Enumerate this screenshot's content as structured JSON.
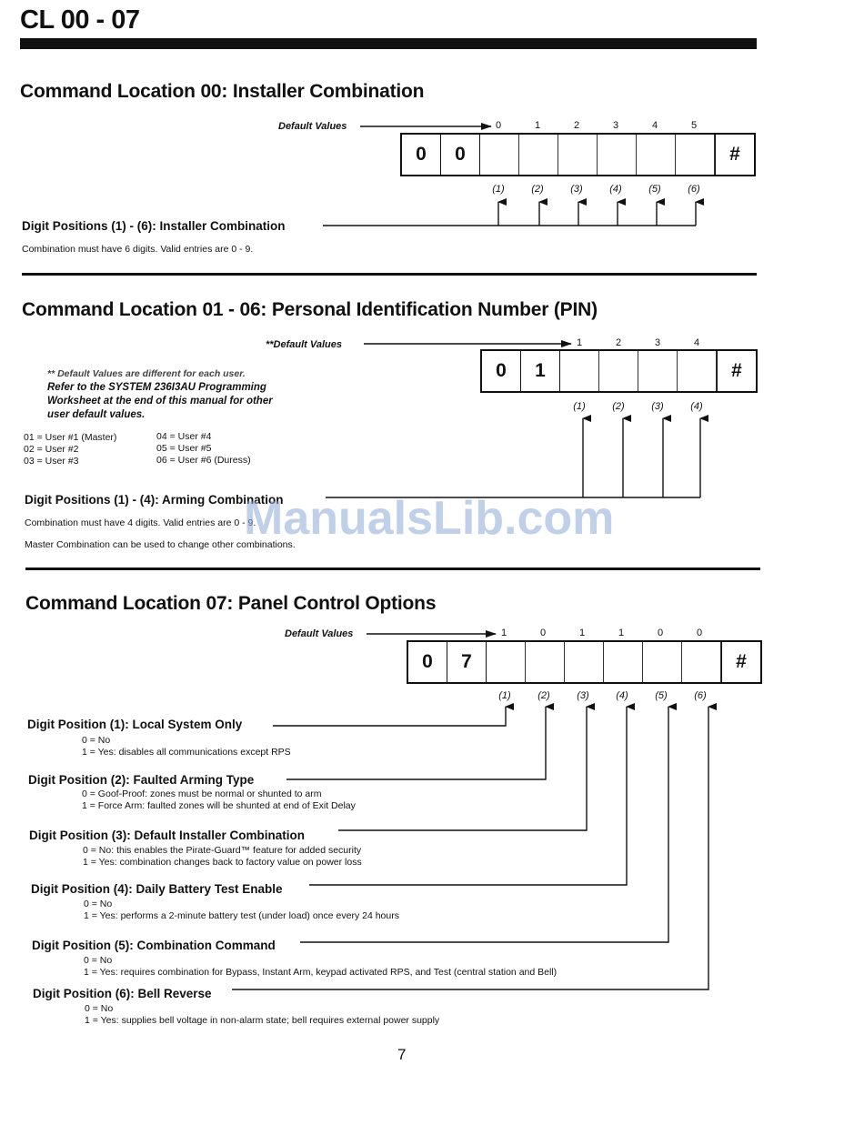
{
  "page_title": "CL 00 - 07",
  "page_number": "7",
  "watermark": "ManualsLib.com",
  "cl00": {
    "heading": "Command Location 00:  Installer Combination",
    "defaults_label": "Default Values",
    "defaults": [
      "0",
      "1",
      "2",
      "3",
      "4",
      "5"
    ],
    "prefix": [
      "0",
      "0"
    ],
    "hash": "#",
    "positions": [
      "(1)",
      "(2)",
      "(3)",
      "(4)",
      "(5)",
      "(6)"
    ],
    "digit_label": "Digit Positions (1) - (6):  Installer Combination",
    "note": "Combination must have 6 digits.  Valid entries are 0 - 9."
  },
  "cl01": {
    "heading": "Command Location 01 - 06:  Personal Identification Number (PIN)",
    "defaults_label": "**Default Values",
    "defaults": [
      "1",
      "2",
      "3",
      "4"
    ],
    "prefix": [
      "0",
      "1"
    ],
    "hash": "#",
    "positions": [
      "(1)",
      "(2)",
      "(3)",
      "(4)"
    ],
    "note_faint": "** Default Values are different for each user.",
    "note_lines": [
      "Refer to the SYSTEM 236I3AU Programming",
      "Worksheet at the end of this manual for other",
      "user default values."
    ],
    "users_left": [
      "01 = User #1 (Master)",
      "02 = User #2",
      "03 = User #3"
    ],
    "users_right": [
      "04 = User #4",
      "05 = User #5",
      "06 = User #6   (Duress)"
    ],
    "digit_label": "Digit Positions (1) - (4):  Arming Combination",
    "note1": "Combination must have 4 digits.  Valid entries are 0 - 9.",
    "note2": "Master Combination can be used to change other combinations."
  },
  "cl07": {
    "heading": "Command Location 07:  Panel Control Options",
    "defaults_label": "Default Values",
    "defaults": [
      "1",
      "0",
      "1",
      "1",
      "0",
      "0"
    ],
    "prefix": [
      "0",
      "7"
    ],
    "hash": "#",
    "positions": [
      "(1)",
      "(2)",
      "(3)",
      "(4)",
      "(5)",
      "(6)"
    ],
    "options": [
      {
        "label": "Digit Position (1): Local System Only",
        "lines": [
          "0 = No",
          "1 = Yes: disables all communications except RPS"
        ]
      },
      {
        "label": "Digit Position (2): Faulted Arming Type",
        "lines": [
          "0 = Goof-Proof: zones must be normal or shunted to arm",
          "1 = Force Arm: faulted zones will be shunted at end of Exit Delay"
        ]
      },
      {
        "label": "Digit Position (3): Default Installer Combination",
        "lines": [
          "0 = No: this enables the Pirate-Guard™ feature for added security",
          "1 = Yes: combination changes back to factory value on power loss"
        ]
      },
      {
        "label": "Digit Position (4): Daily Battery Test Enable",
        "lines": [
          "0 = No",
          "1 = Yes: performs a 2-minute battery test (under load) once every 24 hours"
        ]
      },
      {
        "label": "Digit Position (5): Combination Command",
        "lines": [
          "0 = No",
          "1 = Yes: requires combination for Bypass, Instant Arm, keypad activated RPS, and Test (central station and Bell)"
        ]
      },
      {
        "label": "Digit Position (6): Bell Reverse",
        "lines": [
          "0 = No",
          "1 = Yes: supplies bell voltage in non-alarm state; bell requires external power supply"
        ]
      }
    ]
  }
}
